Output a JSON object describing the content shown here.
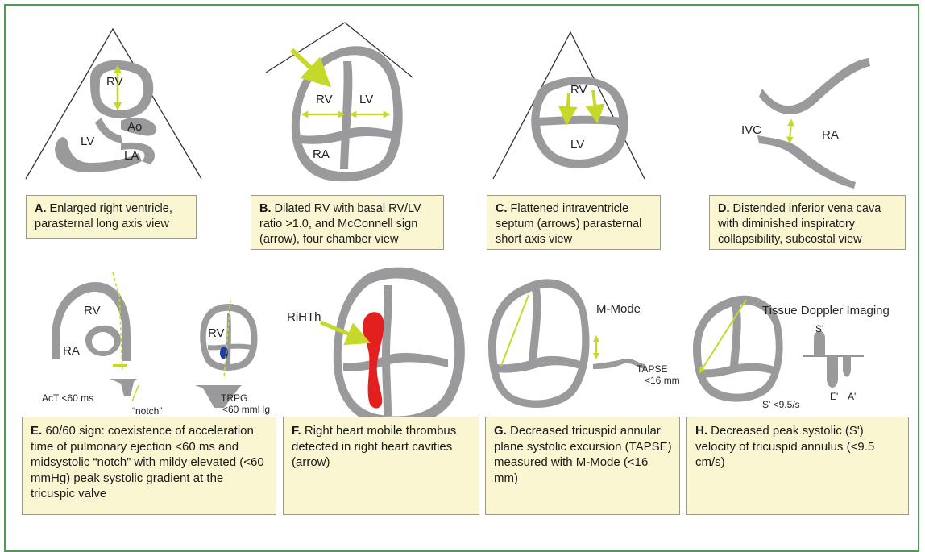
{
  "colors": {
    "border": "#3aa84a",
    "tissue": "#9a9a9c",
    "arrow": "#c6d92b",
    "thrombus": "#e3201e",
    "jet": "#1f3ea6",
    "caption_bg": "#faf6d2"
  },
  "panels": {
    "a": {
      "letter": "A.",
      "caption": "Enlarged right ventricle, parasternal long axis view",
      "labels": {
        "rv": "RV",
        "lv": "LV",
        "ao": "Ao",
        "la": "LA"
      }
    },
    "b": {
      "letter": "B.",
      "caption": "Dilated RV with basal RV/LV ratio >1.0, and McConnell sign (arrow), four chamber view",
      "labels": {
        "rv": "RV",
        "lv": "LV",
        "ra": "RA"
      }
    },
    "c": {
      "letter": "C.",
      "caption": "Flattened intraventricle septum (arrows) parasternal short axis view",
      "labels": {
        "rv": "RV",
        "lv": "LV"
      }
    },
    "d": {
      "letter": "D.",
      "caption": "Distended inferior vena cava with diminished inspiratory collapsibility, subcostal view",
      "labels": {
        "ivc": "IVC",
        "ra": "RA"
      }
    },
    "e": {
      "letter": "E.",
      "caption": "60/60 sign: coexistence of acceleration time of pulmonary ejection <60 ms and midsystolic “notch” with mildy elevated (<60 mmHg) peak systolic gradient at the tricuspic valve",
      "labels": {
        "rv": "RV",
        "ra": "RA",
        "act": "AcT <60 ms",
        "notch": "“notch”",
        "rv2": "RV",
        "trpg": "TRPG",
        "trpg_val": "<60 mmHg"
      }
    },
    "f": {
      "letter": "F.",
      "caption": "Right heart mobile thrombus detected in right heart cavities (arrow)",
      "labels": {
        "rihth": "RiHTh"
      }
    },
    "g": {
      "letter": "G.",
      "caption": "Decreased tricuspid annular plane systolic excursion (TAPSE) measured with M-Mode (<16 mm)",
      "labels": {
        "mmode": "M-Mode",
        "tapse": "TAPSE",
        "tapse_val": "<16 mm"
      }
    },
    "h": {
      "letter": "H.",
      "caption": "Decreased peak systolic (S') velocity of tricuspid annulus (<9.5 cm/s)",
      "labels": {
        "tdi": "Tissue Doppler Imaging",
        "s": "S'",
        "e": "E'",
        "a": "A'",
        "s_val": "S' <9.5/s"
      }
    }
  }
}
